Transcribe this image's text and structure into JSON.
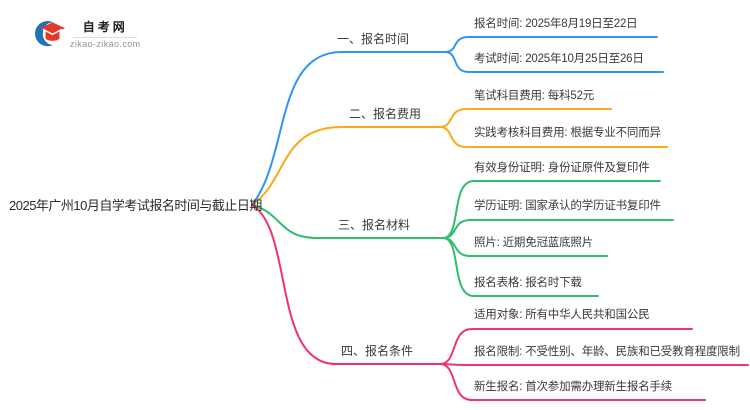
{
  "logo": {
    "title": "自考网",
    "domain": "zikao-zikao.com",
    "cap_color": "#E2392B",
    "crescent_color": "#2173B4"
  },
  "root": {
    "label": "2025年广州10月自学考试报名时间与截止日期"
  },
  "branches": [
    {
      "label": "一、报名时间",
      "color": "#2E96EF",
      "children": [
        {
          "label": "报名时间: 2025年8月19日至22日"
        },
        {
          "label": "考试时间: 2025年10月25日至26日"
        }
      ]
    },
    {
      "label": "二、报名费用",
      "color": "#FBA917",
      "children": [
        {
          "label": "笔试科目费用: 每科52元"
        },
        {
          "label": "实践考核科目费用: 根据专业不同而异"
        }
      ]
    },
    {
      "label": "三、报名材料",
      "color": "#2EBE6E",
      "children": [
        {
          "label": "有效身份证明: 身份证原件及复印件"
        },
        {
          "label": "学历证明: 国家承认的学历证书复印件"
        },
        {
          "label": "照片: 近期免冠蓝底照片"
        },
        {
          "label": "报名表格: 报名时下载"
        }
      ]
    },
    {
      "label": "四、报名条件",
      "color": "#F0336F",
      "children": [
        {
          "label": "适用对象: 所有中华人民共和国公民"
        },
        {
          "label": "报名限制: 不受性别、年龄、民族和已受教育程度限制"
        },
        {
          "label": "新生报名: 首次参加需办理新生报名手续"
        }
      ]
    }
  ]
}
